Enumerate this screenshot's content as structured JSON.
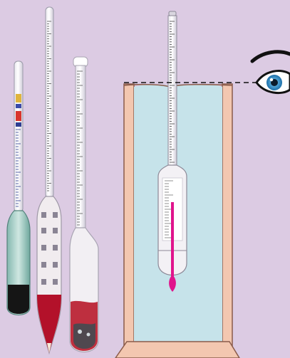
{
  "scene": {
    "background_color": "#dccbe3",
    "liquid_color": "#c6e3ea",
    "cylinder_wall_color": "#f3c7b0",
    "cylinder_outline_color": "#8a5b4a",
    "shot_color": "#b3112a",
    "pointer_color": "#e0148c"
  },
  "objects": [
    {
      "name": "hydrometer-narrow",
      "kind": "hydrometer"
    },
    {
      "name": "hydrometer-long-red",
      "kind": "hydrometer"
    },
    {
      "name": "hydrometer-wide",
      "kind": "hydrometer"
    },
    {
      "name": "measuring-cylinder",
      "kind": "cylinder with liquid"
    },
    {
      "name": "floating-hydrometer",
      "kind": "hydrometer"
    },
    {
      "name": "sight-line",
      "kind": "dashed line"
    },
    {
      "name": "observer-eye",
      "kind": "eye"
    }
  ]
}
